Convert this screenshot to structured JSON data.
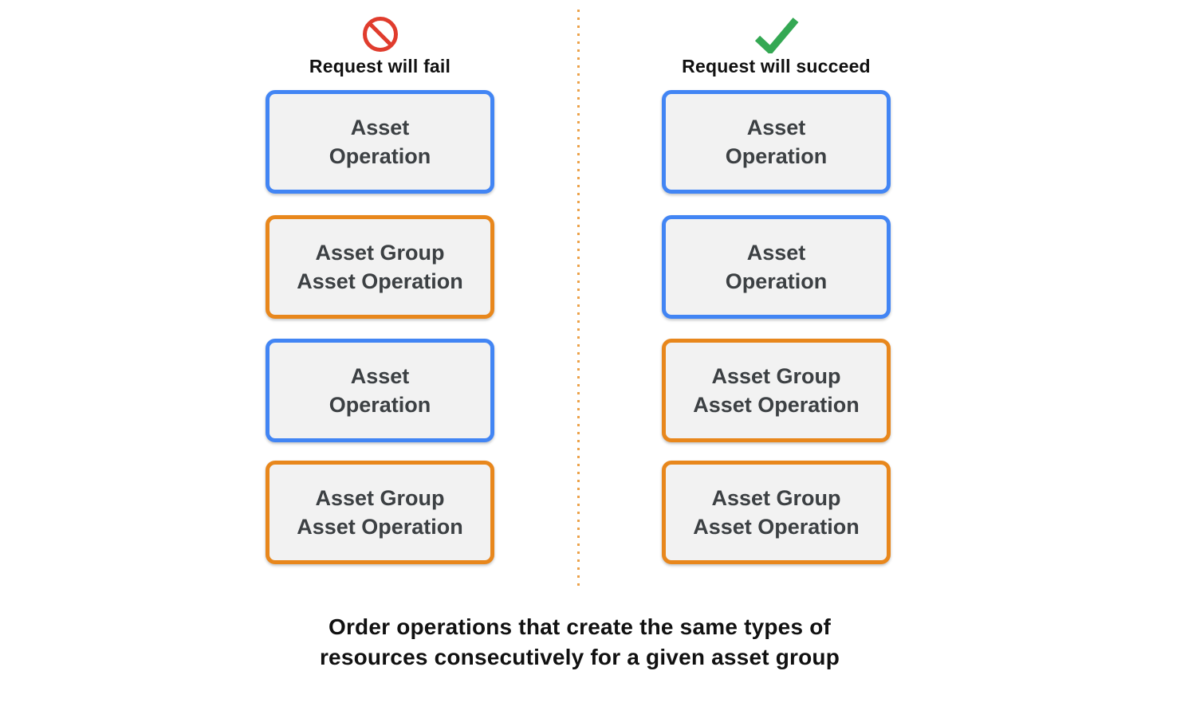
{
  "colors": {
    "background": "#FFFFFF",
    "blue-border": "#4285F4",
    "orange-border": "#E8871C",
    "box-fill": "#F2F2F2",
    "box-text": "#3C4043",
    "red-icon": "#E03C2D",
    "green-icon": "#34A853",
    "divider-dot": "#ECA24A",
    "heading-text": "#111111",
    "caption-text": "#111111"
  },
  "columns": [
    {
      "id": "fail",
      "icon": "prohibition-icon",
      "title": "Request will fail",
      "boxes": [
        {
          "type": "blue",
          "label": "Asset\nOperation"
        },
        {
          "type": "orange",
          "label": "Asset Group\nAsset Operation"
        },
        {
          "type": "blue",
          "label": "Asset\nOperation"
        },
        {
          "type": "orange",
          "label": "Asset Group\nAsset Operation"
        }
      ]
    },
    {
      "id": "succeed",
      "icon": "checkmark-icon",
      "title": "Request will succeed",
      "boxes": [
        {
          "type": "blue",
          "label": "Asset\nOperation"
        },
        {
          "type": "blue",
          "label": "Asset\nOperation"
        },
        {
          "type": "orange",
          "label": "Asset Group\nAsset Operation"
        },
        {
          "type": "orange",
          "label": "Asset Group\nAsset Operation"
        }
      ]
    }
  ],
  "caption": {
    "text": "Order operations that create the same types of\nresources consecutively for a given asset group"
  }
}
